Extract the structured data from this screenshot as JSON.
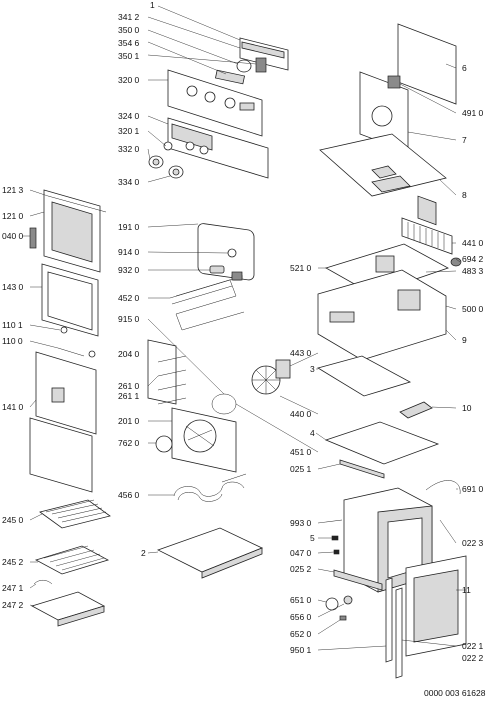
{
  "footer": "0000 003 61628",
  "labels": [
    "1",
    "341 2",
    "350 0",
    "354 6",
    "350 1",
    "320 0",
    "324 0",
    "320 1",
    "332 0",
    "334 0",
    "191 0",
    "914 0",
    "932 0",
    "452 0",
    "915 0",
    "204 0",
    "261 0",
    "261 1",
    "201 0",
    "762 0",
    "456 0",
    "2",
    "443 0",
    "440 0",
    "451 0",
    "6",
    "491 0",
    "7",
    "8",
    "441 0",
    "694 2",
    "483 3",
    "521 0",
    "500 0",
    "9",
    "3",
    "10",
    "4",
    "025 1",
    "691 0",
    "993 0",
    "5",
    "047 0",
    "025 2",
    "022 3",
    "651 0",
    "656 0",
    "652 0",
    "950 1",
    "11",
    "022 1",
    "022 2",
    "121 3",
    "121 0",
    "040 0",
    "143 0",
    "110 1",
    "110 0",
    "141 0",
    "245 0",
    "245 2",
    "247 1",
    "247 2"
  ]
}
